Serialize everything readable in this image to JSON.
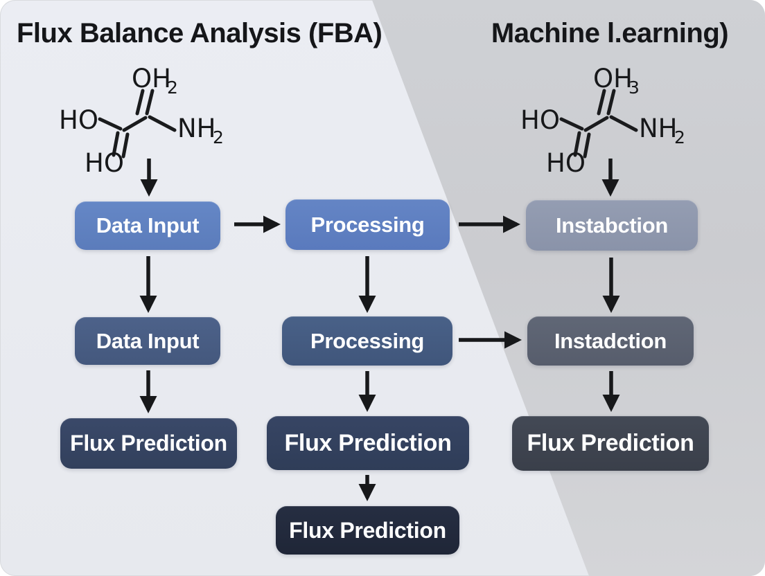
{
  "header": {
    "left_title": "Flux Balance Analysis (FBA)",
    "right_title": "Machine l.earning)"
  },
  "molecules": {
    "left": {
      "top_atom": "OH",
      "top_subscript": "2",
      "left_atom": "HO",
      "right_atom": "NH",
      "right_subscript": "2",
      "bottom_atom": "HO"
    },
    "right": {
      "top_atom": "OH",
      "top_subscript": "3",
      "left_atom": "HO",
      "right_atom": "NH",
      "right_subscript": "2",
      "bottom_atom": "HO"
    }
  },
  "boxes": {
    "fba_top": "Data Input",
    "fba_mid": "Data Input",
    "fba_flux": "Flux Prediction",
    "proc_top": "Processing",
    "proc_mid": "Processing",
    "proc_flux": "Flux Prediction",
    "proc_flux2": "Flux Prediction",
    "ml_top": "Instabction",
    "ml_mid": "Instadction",
    "ml_flux": "Flux Prediction"
  },
  "colors": {
    "bg_left": "#e9ebf1",
    "bg_right": "#cdcfd3",
    "box_blue": "#5b7cbb",
    "box_slate_blue": "#44587d",
    "box_navy": "#32405c",
    "box_dark_navy": "#1f2637",
    "box_gray_blue": "#8a93a9",
    "box_gray": "#575d6c",
    "box_dark_gray": "#3a3f4a",
    "arrow": "#17181a",
    "text_on_box": "#ffffff",
    "title_text": "#151619"
  }
}
